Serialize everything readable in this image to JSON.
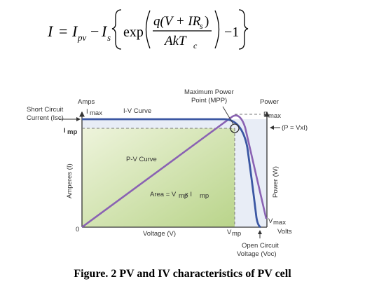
{
  "equation": {
    "lhs": "I",
    "eq": "=",
    "i_pv": "I",
    "i_pv_sub": "pv",
    "minus1": "−",
    "i_s": "I",
    "i_s_sub": "s",
    "exp": "exp",
    "numerator": "q(V + IR",
    "numerator_sub": "s",
    "numerator_end": ")",
    "denominator": "AkT",
    "denominator_sub": "c",
    "minus_one": "−1"
  },
  "labels": {
    "amps": "Amps",
    "i_max": "I",
    "i_max_sub": "max",
    "short_circuit_1": "Short Circuit",
    "short_circuit_2": "Current (Isc)",
    "i_mp": "I",
    "i_mp_sub": "mp",
    "amperes_axis": "Amperes (I)",
    "zero": "0",
    "iv_curve": "I-V Curve",
    "pv_curve": "P-V Curve",
    "mpp_1": "Maximum Power",
    "mpp_2": "Point (MPP)",
    "power": "Power",
    "p_max": "P",
    "p_max_sub": "max",
    "p_formula": "(P = VxI)",
    "power_axis": "Power (W)",
    "area_prefix": "Area = V",
    "area_v_sub": "mp",
    "area_mid": " x I",
    "area_i_sub": "mp",
    "voltage_axis": "Voltage (V)",
    "v_mp": "V",
    "v_mp_sub": "mp",
    "v_max": "V",
    "v_max_sub": "max",
    "volts": "Volts",
    "open_circuit_1": "Open Circuit",
    "open_circuit_2": "Voltage (Voc)"
  },
  "colors": {
    "iv_curve": "#3b57a3",
    "pv_curve": "#8a62b3",
    "area_fill": "#c9dd9e",
    "region_fill": "#e7ecf5",
    "marker": "#333333"
  },
  "caption": "Figure. 2 PV and IV characteristics of PV cell"
}
